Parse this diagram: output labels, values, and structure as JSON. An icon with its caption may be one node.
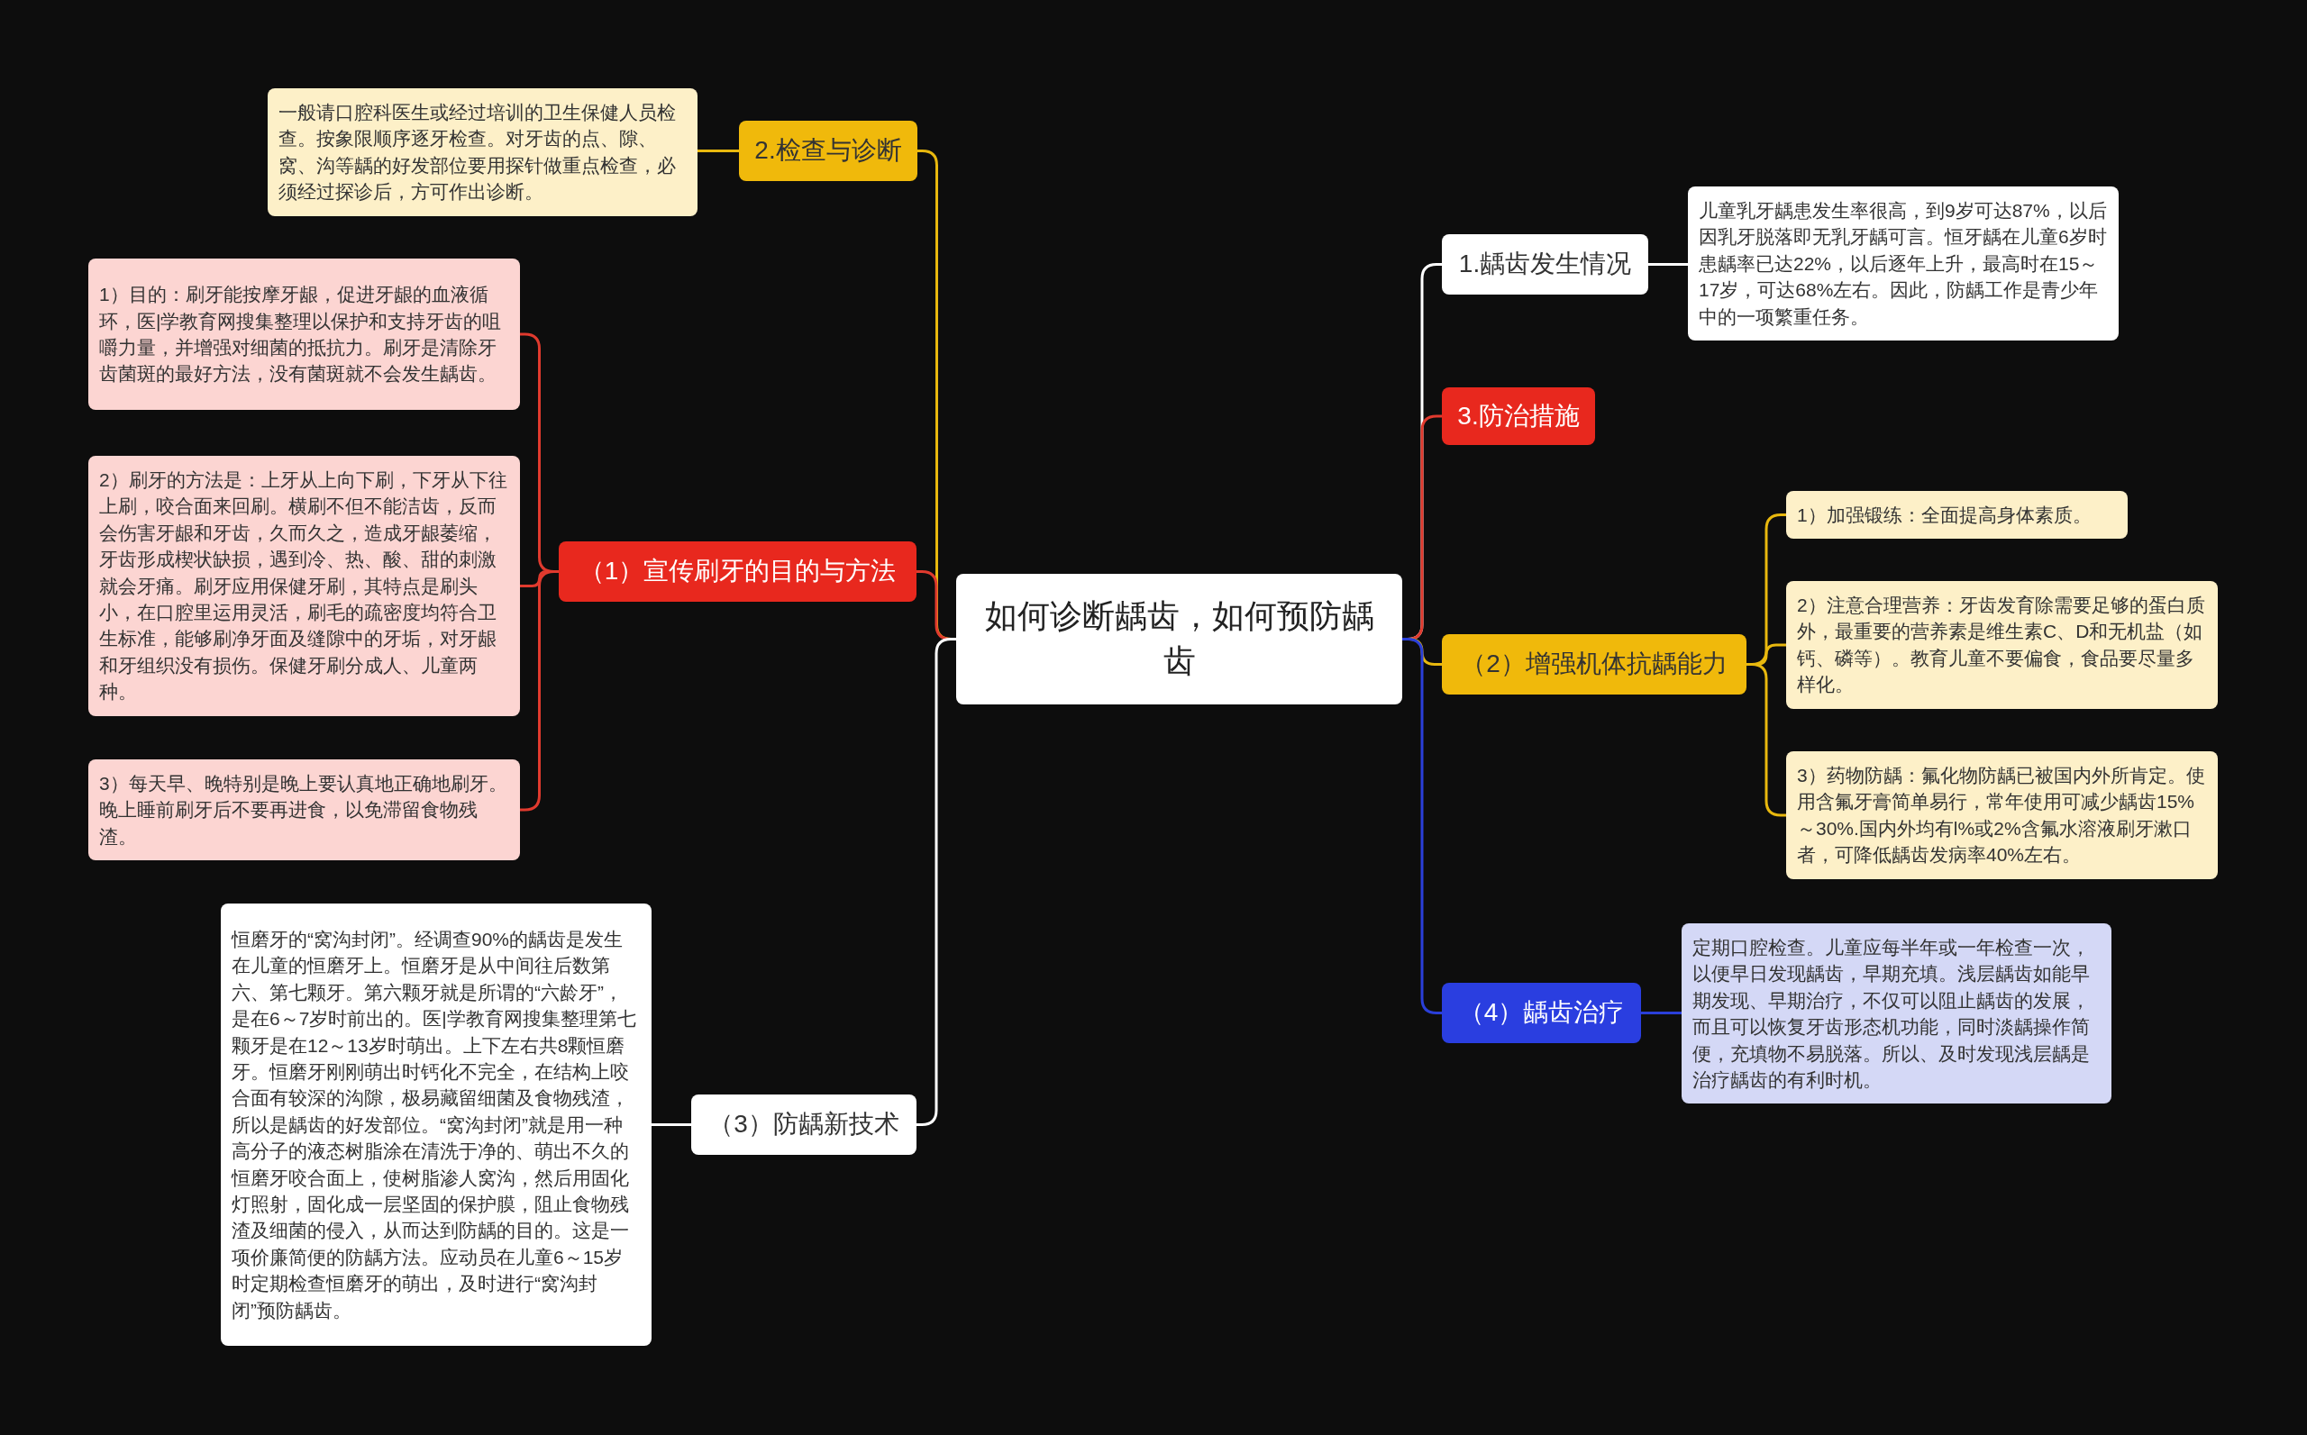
{
  "diagram": {
    "nodes": [
      {
        "text": [
          "如何诊断龋齿，如何预防龋齿"
        ]
      },
      {
        "text": [
          "2.检查与诊断"
        ]
      },
      {
        "text": [
          "一般请口腔科医生或经过培训的卫生保健人员检查。按象限顺序逐牙检查。对牙齿的点、隙、窝、沟等龋的好发部位要用探针做重点检查，必须经过探诊后，方可作出诊断。"
        ]
      },
      {
        "text": [
          "（1）宣传刷牙的目的与方法"
        ]
      },
      {
        "text": [
          "1）目的：刷牙能按摩牙龈，促进牙龈的血液循环，医|学教育网搜集整理以保护和支持牙齿的咀嚼力量，并增强对细菌的抵抗力。刷牙是清除牙齿菌斑的最好方法，没有菌斑就不会发生龋齿。"
        ]
      },
      {
        "text": [
          "2）刷牙的方法是：上牙从上向下刷，下牙从下往上刷，咬合面来回刷。横刷不但不能洁齿，反而会伤害牙龈和牙齿，久而久之，造成牙龈萎缩，牙齿形成楔状缺损，遇到冷、热、酸、甜的刺激就会牙痛。刷牙应用保健牙刷，其特点是刷头小，在口腔里运用灵活，刷毛的疏密度均符合卫生标准，能够刷净牙面及缝隙中的牙垢，对牙龈和牙组织没有损伤。保健牙刷分成人、儿童两种。"
        ]
      },
      {
        "text": [
          "3）每天早、晚特别是晚上要认真地正确地刷牙。晚上睡前刷牙后不要再进食，以免滞留食物残渣。"
        ]
      },
      {
        "text": [
          "（3）防龋新技术"
        ]
      },
      {
        "text": [
          "恒磨牙的“窝沟封闭”。经调查90%的龋齿是发生在儿童的恒磨牙上。恒磨牙是从中间往后数第六、第七颗牙。第六颗牙就是所谓的“六龄牙”，是在6～7岁时前出的。医|学教育网搜集整理第七颗牙是在12～13岁时萌出。上下左右共8颗恒磨牙。恒磨牙刚刚萌出时钙化不完全，在结构上咬合面有较深的沟隙，极易藏留细菌及食物残渣，所以是龋齿的好发部位。“窝沟封闭”就是用一种高分子的液态树脂涂在清洗于净的、萌出不久的恒磨牙咬合面上，使树脂渗人窝沟，然后用固化灯照射，固化成一层坚固的保护膜，阻止食物残渣及细菌的侵入，从而达到防龋的目的。这是一项价廉简便的防龋方法。应动员在儿童6～15岁时定期检查恒磨牙的萌出，及时进行“窝沟封闭”预防龋齿。"
        ]
      },
      {
        "text": [
          "1.龋齿发生情况"
        ]
      },
      {
        "text": [
          "儿童乳牙龋患发生率很高，到9岁可达87%，以后因乳牙脱落即无乳牙龋可言。恒牙龋在儿童6岁时患龋率已达22%，以后逐年上升，最高时在15～17岁，可达68%左右。因此，防龋工作是青少年中的一项繁重任务。"
        ]
      },
      {
        "text": [
          "3.防治措施"
        ]
      },
      {
        "text": [
          "（2）增强机体抗龋能力"
        ]
      },
      {
        "text": [
          "1）加强锻练：全面提高身体素质。"
        ]
      },
      {
        "text": [
          "2）注意合理营养：牙齿发育除需要足够的蛋白质外，最重要的营养素是维生素C、D和无机盐（如钙、磷等）。教育儿童不要偏食，食品要尽量多样化。"
        ]
      },
      {
        "text": [
          "3）药物防龋：氟化物防龋已被国内外所肯定。使用含氟牙膏简单易行，常年使用可减少龋齿15%～30%.国内外均有l%或2%含氟水溶液刷牙漱口者，可降低龋齿发病率40%左右。"
        ]
      },
      {
        "text": [
          "（4）龋齿治疗"
        ]
      },
      {
        "text": [
          "定期口腔检查。儿童应每半年或一年检查一次，以便早日发现龋齿，早期充填。浅层龋齿如能早期发现、早期治疗，不仅可以阻止龋齿的发展，而且可以恢复牙齿形态机功能，同时淡龋操作简便，充填物不易脱落。所以、及时发现浅层龋是治疗龋齿的有利时机。"
        ]
      }
    ],
    "edges": [
      {
        "from": 0,
        "to": 1,
        "arrow": "none"
      },
      {
        "from": 1,
        "to": 2,
        "arrow": "none"
      },
      {
        "from": 0,
        "to": 3,
        "arrow": "none",
        "color": "#e03a2e"
      },
      {
        "from": 3,
        "to": 4,
        "arrow": "none",
        "color": "#e03a2e"
      },
      {
        "from": 3,
        "to": 5,
        "arrow": "none",
        "color": "#e03a2e"
      },
      {
        "from": 3,
        "to": 6,
        "arrow": "none",
        "color": "#e03a2e"
      },
      {
        "from": 0,
        "to": 7,
        "arrow": "none",
        "color": "#ffffff"
      },
      {
        "from": 7,
        "to": 8,
        "arrow": "none",
        "color": "#ffffff"
      },
      {
        "from": 0,
        "to": 9,
        "arrow": "none",
        "color": "#ffffff"
      },
      {
        "from": 9,
        "to": 10,
        "arrow": "none",
        "color": "#ffffff"
      },
      {
        "from": 0,
        "to": 11,
        "arrow": "none",
        "color": "#e03a2e"
      },
      {
        "from": 0,
        "to": 12,
        "arrow": "none"
      },
      {
        "from": 12,
        "to": 13,
        "arrow": "none"
      },
      {
        "from": 12,
        "to": 14,
        "arrow": "none"
      },
      {
        "from": 12,
        "to": 15,
        "arrow": "none"
      },
      {
        "from": 0,
        "to": 16,
        "arrow": "none",
        "color": "#2a3fd8"
      },
      {
        "from": 16,
        "to": 17,
        "arrow": "none",
        "color": "#2a3fd8"
      }
    ]
  }
}
